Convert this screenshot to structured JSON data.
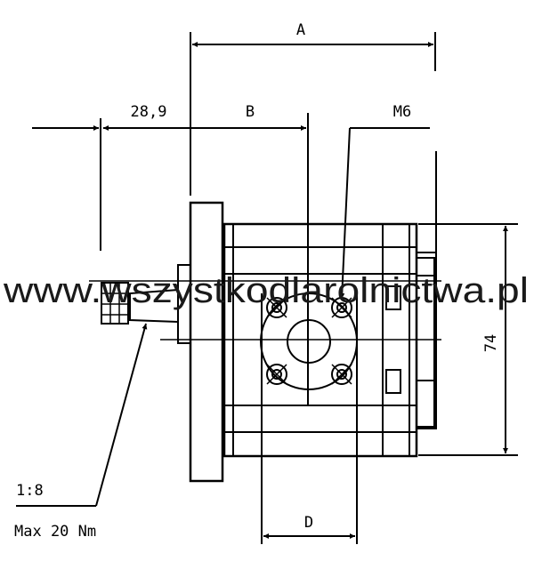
{
  "labels": {
    "dim_a": "A",
    "dim_b": "B",
    "dim_shaft": "28,9",
    "thread": "M6",
    "dim_height": "74",
    "dim_d": "D",
    "taper": "1:8",
    "torque": "Max 20 Nm"
  },
  "watermark": "www.wszystkodlarolnictwa.pl"
}
